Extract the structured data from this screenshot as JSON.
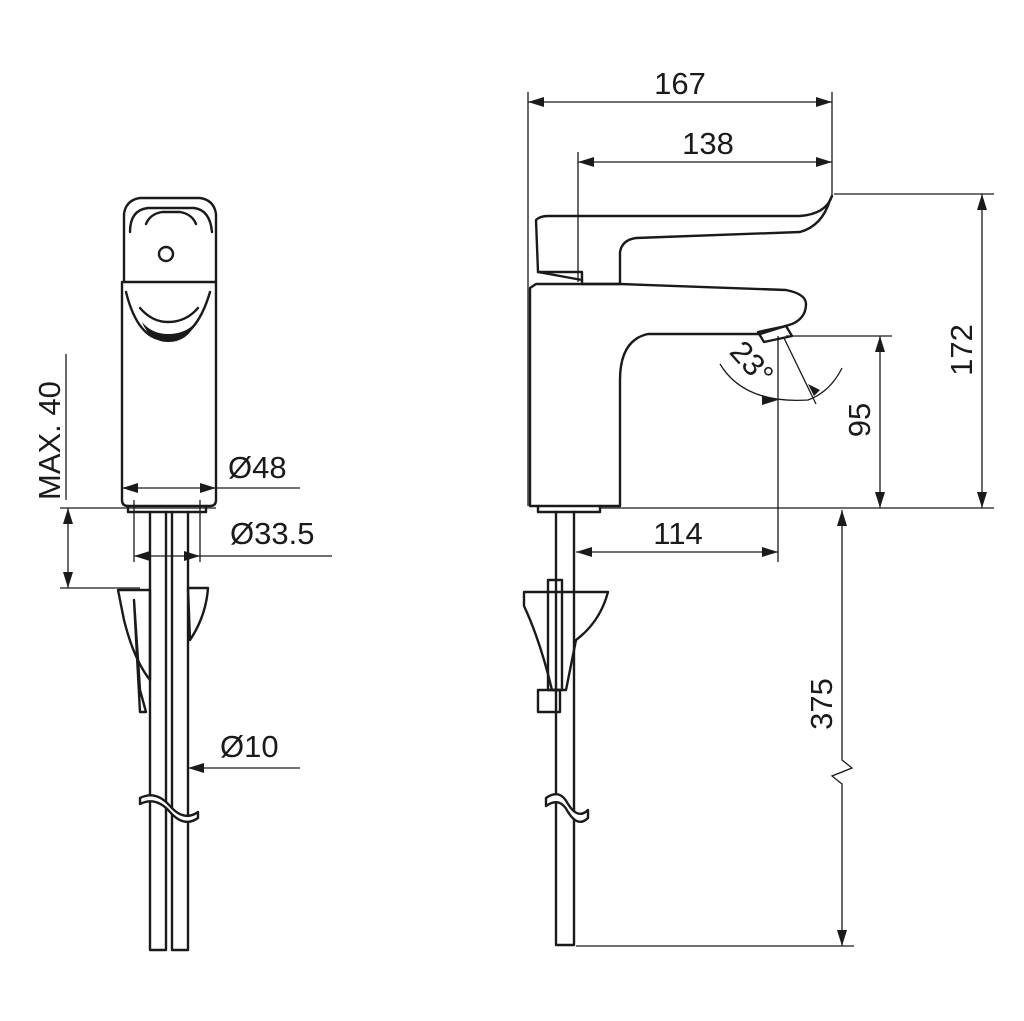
{
  "front_view": {
    "max_height": "MAX. 40",
    "body_diameter": "Ø48",
    "shank_diameter": "Ø33.5",
    "hose_diameter": "Ø10"
  },
  "side_view": {
    "overall_length": "167",
    "spout_reach": "138",
    "overall_height": "172",
    "outlet_height": "95",
    "outlet_projection": "114",
    "hose_length": "375",
    "spray_angle": "23°"
  }
}
